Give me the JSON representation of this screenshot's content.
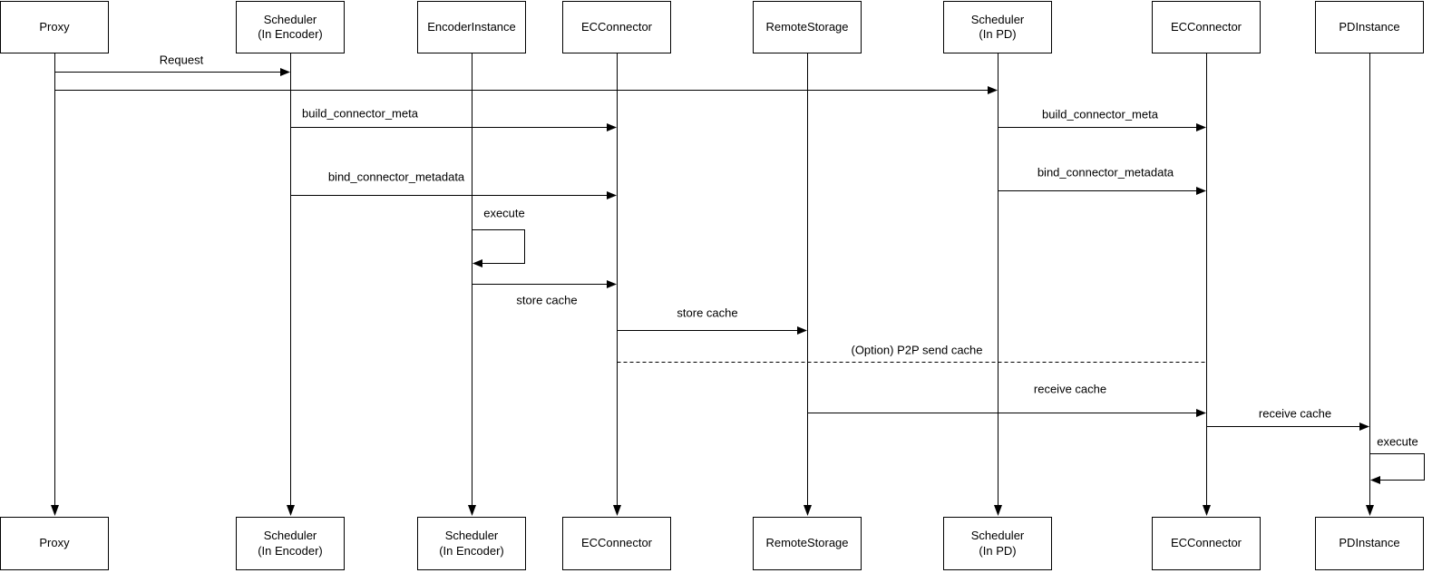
{
  "diagram": {
    "type": "sequence-diagram",
    "theme": {
      "background_color": "#ffffff",
      "line_color": "#000000",
      "box_fill_color": "#ffffff",
      "box_border_color": "#000000",
      "text_color": "#000000"
    },
    "actors_top": [
      {
        "id": "proxy",
        "label": "Proxy"
      },
      {
        "id": "scheduler-encoder",
        "label": "Scheduler\n(In Encoder)"
      },
      {
        "id": "encoder-instance",
        "label": "EncoderInstance"
      },
      {
        "id": "ec-connector",
        "label": "ECConnector"
      },
      {
        "id": "remote-storage",
        "label": "RemoteStorage"
      },
      {
        "id": "scheduler-pd",
        "label": "Scheduler\n(In PD)"
      },
      {
        "id": "ec-connector-pd",
        "label": "ECConnector"
      },
      {
        "id": "pd-instance",
        "label": "PDInstance"
      }
    ],
    "actors_bottom": [
      {
        "id": "proxy",
        "label": "Proxy"
      },
      {
        "id": "scheduler-encoder",
        "label": "Scheduler\n(In Encoder)"
      },
      {
        "id": "scheduler-encoder-2",
        "label": "Scheduler\n(In Encoder)"
      },
      {
        "id": "ec-connector",
        "label": "ECConnector"
      },
      {
        "id": "remote-storage",
        "label": "RemoteStorage"
      },
      {
        "id": "scheduler-pd",
        "label": "Scheduler\n(In PD)"
      },
      {
        "id": "ec-connector-pd",
        "label": "ECConnector"
      },
      {
        "id": "pd-instance",
        "label": "PDInstance"
      }
    ],
    "messages": [
      {
        "from": "Proxy",
        "to": "Scheduler (In Encoder)",
        "label": "Request",
        "style": "solid-arrow"
      },
      {
        "from": "Proxy",
        "to": "Scheduler (In PD)",
        "label": "",
        "style": "solid-arrow"
      },
      {
        "from": "Scheduler (In Encoder)",
        "to": "ECConnector",
        "label": "build_connector_meta",
        "style": "solid-arrow"
      },
      {
        "from": "Scheduler (In PD)",
        "to": "ECConnector",
        "label": "build_connector_meta",
        "style": "solid-arrow"
      },
      {
        "from": "Scheduler (In Encoder)",
        "to": "ECConnector",
        "label": "bind_connector_metadata",
        "style": "solid-arrow"
      },
      {
        "from": "Scheduler (In PD)",
        "to": "ECConnector",
        "label": "bind_connector_metadata",
        "style": "solid-arrow"
      },
      {
        "from": "EncoderInstance",
        "to": "EncoderInstance",
        "label": "execute",
        "style": "self-loop-arrow"
      },
      {
        "from": "EncoderInstance",
        "to": "ECConnector",
        "label": "store cache",
        "style": "solid-arrow"
      },
      {
        "from": "ECConnector",
        "to": "RemoteStorage",
        "label": "store cache",
        "style": "solid-arrow"
      },
      {
        "from": "ECConnector",
        "to": "ECConnector (In PD)",
        "label": "(Option) P2P send cache",
        "style": "dashed-line"
      },
      {
        "from": "RemoteStorage",
        "to": "ECConnector (In PD)",
        "label": "receive cache",
        "style": "solid-arrow"
      },
      {
        "from": "ECConnector (In PD)",
        "to": "PDInstance",
        "label": "receive cache",
        "style": "solid-arrow"
      },
      {
        "from": "PDInstance",
        "to": "PDInstance",
        "label": "execute",
        "style": "self-loop-arrow"
      }
    ]
  }
}
